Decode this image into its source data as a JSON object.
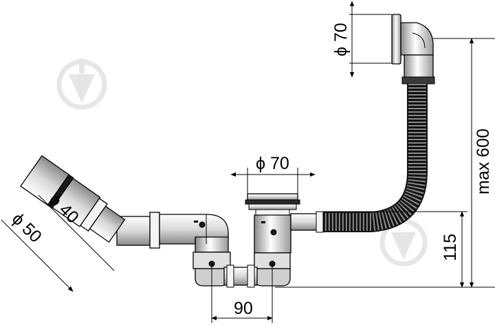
{
  "dimensions": {
    "overflow_diameter": "ϕ 70",
    "height_max": "max 600",
    "drain_diameter": "ϕ 70",
    "pipe_diameter_small": "ϕ 40",
    "pipe_diameter_large": "ϕ 50",
    "trap_height": "115",
    "trap_spacing": "90"
  }
}
